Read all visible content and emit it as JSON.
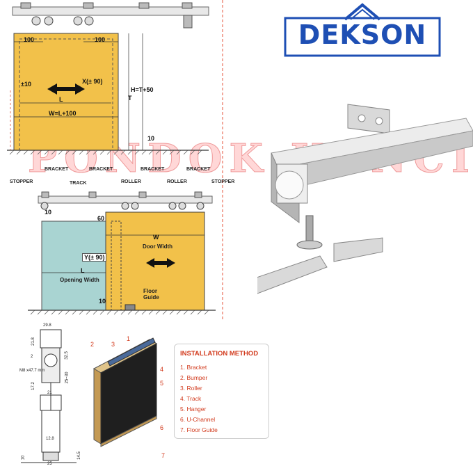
{
  "logo": {
    "text": "DEKSON"
  },
  "watermark": "PONDOK KUNCI",
  "diagram_top": {
    "dim_100_left": "100",
    "dim_100_right": "100",
    "dim_pm10": "±10",
    "dim_x": "X(± 90)",
    "dim_L": "L",
    "dim_W": "W=L+100",
    "dim_H": "H=T+50",
    "dim_T": "T",
    "dim_10": "10"
  },
  "diagram_mid": {
    "labels": {
      "stopper_left": "STOPPER",
      "bracket1": "BRACKET",
      "bracket2": "BRACKET",
      "bracket3": "BRACKET",
      "bracket4": "BRACKET",
      "track": "TRACK",
      "roller1": "ROLLER",
      "roller2": "ROLLER",
      "stopper_right": "STOPPER"
    },
    "dim_10": "10",
    "dim_60": "60",
    "dim_W": "W",
    "door_width": "Door Width",
    "dim_Y": "Y(± 90)",
    "dim_L": "L",
    "opening_width": "Opening Width",
    "dim_10b": "10",
    "floor_guide": "Floor\nGuide"
  },
  "profile": {
    "d298": "29.8",
    "d218": "21.8",
    "d2": "2",
    "m8": "M8 x47.7 mm",
    "d325": "32.5",
    "d2530": "25~30",
    "d172": "17.2",
    "d21": "21",
    "d128": "12.8",
    "d10": "10",
    "d145": "14.5",
    "d25": "25"
  },
  "door_callouts": [
    "1",
    "2",
    "3",
    "4",
    "5",
    "6",
    "7"
  ],
  "installation": {
    "title": "INSTALLATION METHOD",
    "items": [
      "1. Bracket",
      "2. Bumper",
      "3. Roller",
      "4. Track",
      "5. Hanger",
      "6. U-Channel",
      "7. Floor Guide"
    ]
  },
  "colors": {
    "door_yellow": "#f2c14a",
    "door_teal": "#a9d4d2",
    "logo_blue": "#1e4fb4",
    "install_red": "#d23b1e",
    "dim_red": "#e4523a"
  }
}
